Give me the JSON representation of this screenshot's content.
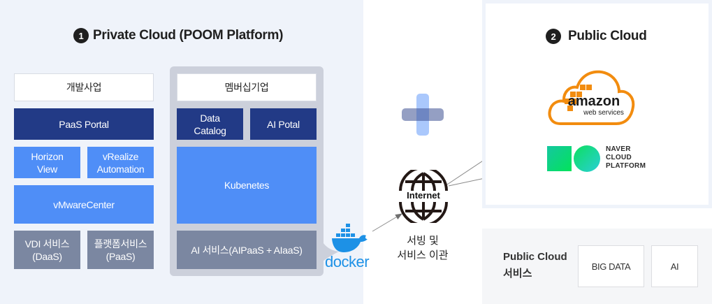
{
  "private_cloud": {
    "badge": "1",
    "title": "Private Cloud (POOM Platform)",
    "dev_project": {
      "header": "개발사업",
      "paas_portal": "PaaS Portal",
      "horizon_view": "Horizon\nView",
      "vrealize": "vRealize\nAutomation",
      "vmware_center": "vMwareCenter",
      "vdi_service": "VDI 서비스\n(DaaS)",
      "platform_service": "플랫폼서비스\n(PaaS)"
    },
    "membership": {
      "header": "멤버십기업",
      "data_catalog": "Data\nCatalog",
      "ai_portal": "AI Potal",
      "kubernetes": "Kubenetes",
      "ai_service": "AI 서비스(AIPaaS + AIaaS)"
    },
    "docker_label": "docker"
  },
  "middle": {
    "plus_icon": "plus-icon",
    "internet_label": "Internet",
    "migration_label": "서빙 및\n서비스 이관"
  },
  "public_cloud": {
    "badge": "2",
    "title": "Public Cloud",
    "aws": {
      "line1": "amazon",
      "line2": "web services"
    },
    "naver": {
      "line1": "NAVER",
      "line2": "CLOUD",
      "line3": "PLATFORM"
    },
    "services": {
      "title_line1": "Public Cloud",
      "title_line2": "서비스",
      "items": [
        "BIG DATA",
        "AI"
      ]
    }
  },
  "colors": {
    "navy": "#223a86",
    "blue": "#4f8ef7",
    "grey": "#7b87a1",
    "panel_bg": "#eff3fa",
    "aws_orange": "#f28c0f",
    "naver_green": "#03d66f",
    "docker_blue": "#1d91e6"
  }
}
